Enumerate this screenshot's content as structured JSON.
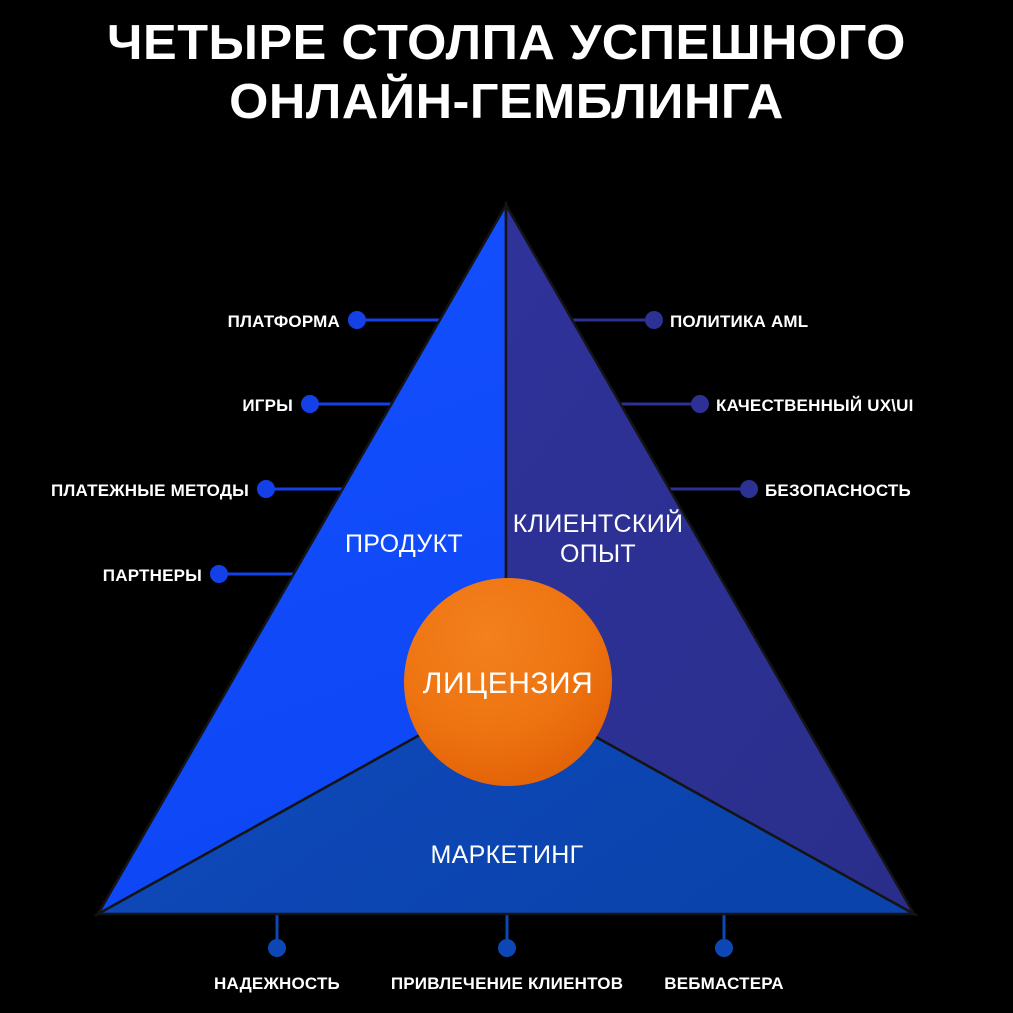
{
  "title": {
    "line1": "ЧЕТЫРЕ СТОЛПА УСПЕШНОГО",
    "line2": "ОНЛАЙН-ГЕМБЛИНГА",
    "full": "ЧЕТЫРЕ СТОЛПА УСПЕШНОГО\nОНЛАЙН-ГЕМБЛИНГА"
  },
  "colors": {
    "background": "#000000",
    "product": "#1450FF",
    "customer_experience": "#2D3193",
    "marketing": "#0D47B5",
    "license": "#ED7014",
    "license_dark": "#E2640B",
    "text": "#ffffff",
    "edge_left": "#1440E8",
    "edge_right": "#2D3193",
    "edge_bottom": "#0D47B5",
    "divider": "#1a1a1a"
  },
  "pyramid": {
    "sections": [
      {
        "id": "product",
        "label": "ПРОДУКТ",
        "color": "#1450FF"
      },
      {
        "id": "customer_experience",
        "label": "КЛИЕНТСКИЙ\nОПЫТ",
        "label_line1": "КЛИЕНТСКИЙ",
        "label_line2": "ОПЫТ",
        "color": "#2D3193"
      },
      {
        "id": "marketing",
        "label": "МАРКЕТИНГ",
        "color": "#0D47B5"
      }
    ],
    "center": {
      "id": "license",
      "label": "ЛИЦЕНЗИЯ",
      "color": "#ED7014"
    }
  },
  "nodes": {
    "left": [
      {
        "label": "ПЛАТФОРМА"
      },
      {
        "label": "ИГРЫ"
      },
      {
        "label": "ПЛАТЕЖНЫЕ МЕТОДЫ"
      },
      {
        "label": "ПАРТНЕРЫ"
      }
    ],
    "right": [
      {
        "label": "ПОЛИТИКА AML"
      },
      {
        "label": "КАЧЕСТВЕННЫЙ UX\\UI"
      },
      {
        "label": "БЕЗОПАСНОСТЬ"
      }
    ],
    "bottom": [
      {
        "label": "НАДЕЖНОСТЬ"
      },
      {
        "label": "ПРИВЛЕЧЕНИЕ КЛИЕНТОВ"
      },
      {
        "label": "ВЕБМАСТЕРА"
      }
    ]
  }
}
